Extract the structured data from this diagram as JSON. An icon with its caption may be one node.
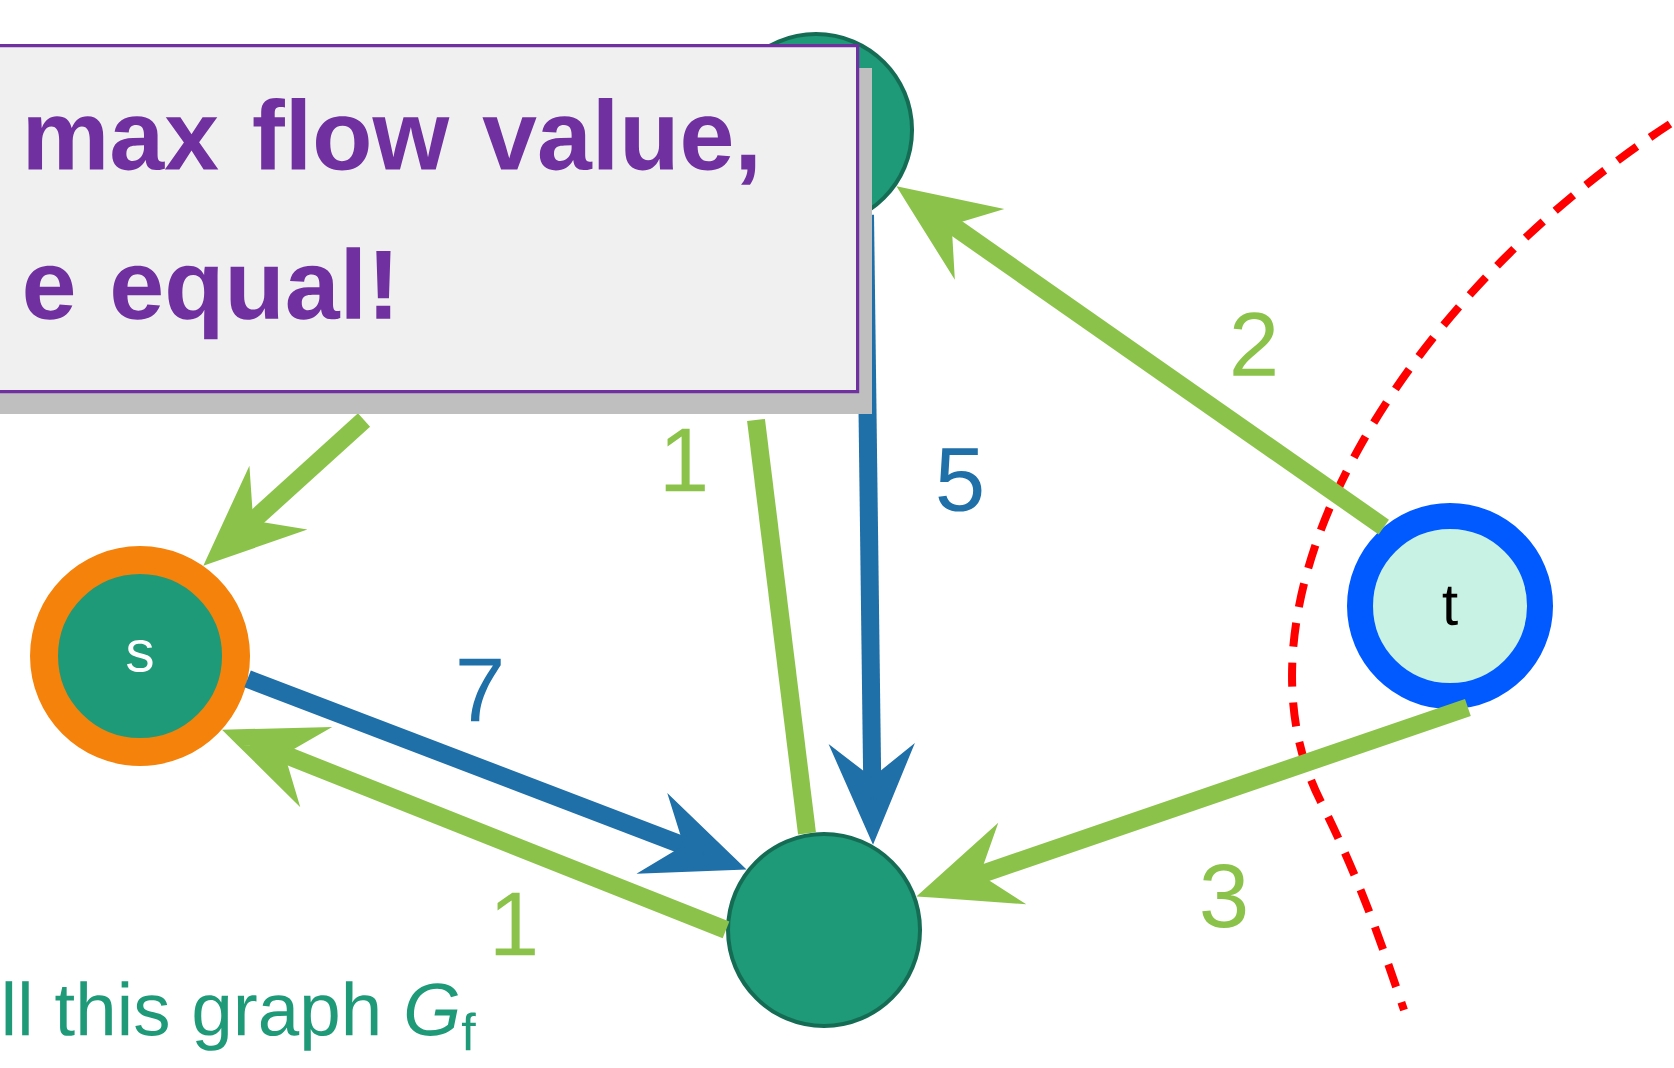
{
  "diagram": {
    "nodes": [
      {
        "text": [
          "max flow value, e equal!"
        ]
      },
      {
        "text": [],
        "shape": "circle"
      },
      {
        "text": [
          "s"
        ]
      },
      {
        "text": [
          "t"
        ]
      },
      {
        "text": [],
        "shape": "circle"
      }
    ],
    "edges": [
      {
        "from": null,
        "to": 2,
        "arrow": "to"
      },
      {
        "from": 4,
        "to": null,
        "arrow": "none",
        "label": "1"
      },
      {
        "from": 1,
        "to": 4,
        "arrow": "to",
        "label": "5",
        "color": "#1f6fa8"
      },
      {
        "from": 3,
        "to": 1,
        "arrow": "to",
        "label": "2"
      },
      {
        "from": 2,
        "to": 4,
        "arrow": "to",
        "label": "7",
        "color": "#1f6fa8"
      },
      {
        "from": 4,
        "to": 2,
        "arrow": "to",
        "label": "1"
      },
      {
        "from": 3,
        "to": 4,
        "arrow": "to",
        "label": "3"
      }
    ],
    "labels": [
      "ll this graph *G*$_{f}$"
    ]
  }
}
